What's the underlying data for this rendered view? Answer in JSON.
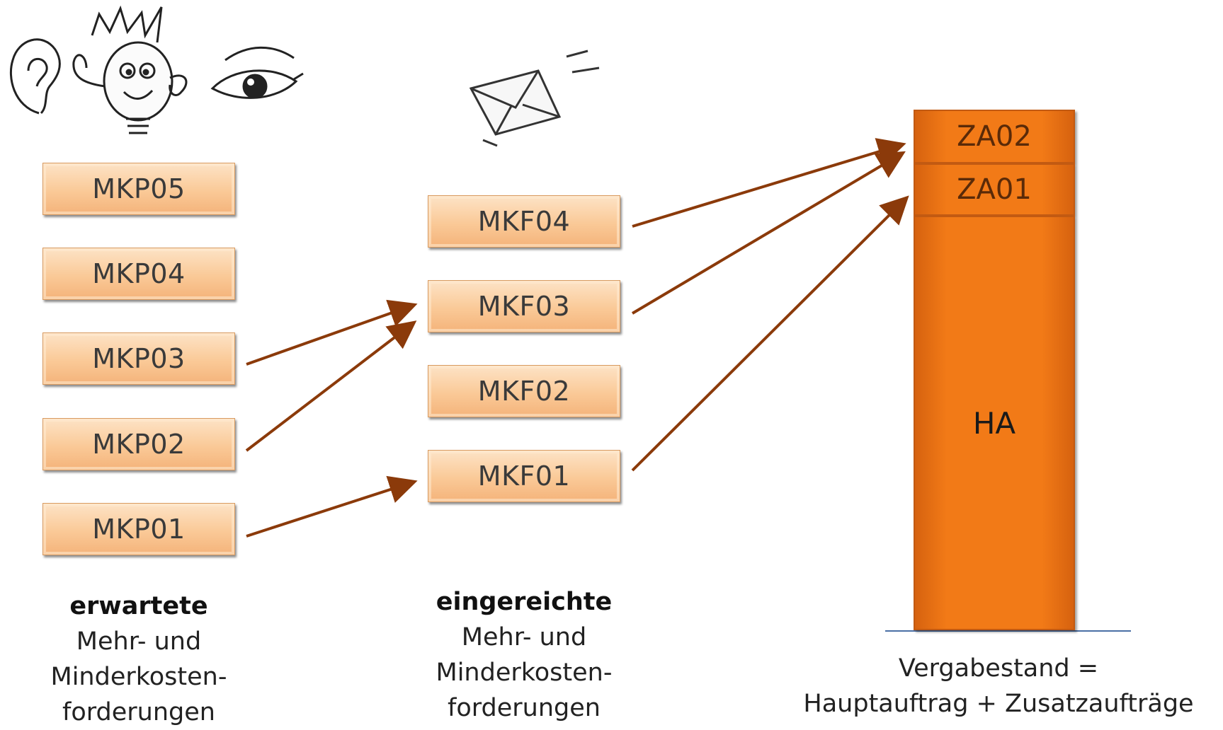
{
  "left_boxes": [
    "MKP05",
    "MKP04",
    "MKP03",
    "MKP02",
    "MKP01"
  ],
  "middle_boxes": [
    "MKF04",
    "MKF03",
    "MKF02",
    "MKF01"
  ],
  "stack": {
    "za02": "ZA02",
    "za01": "ZA01",
    "ha": "HA"
  },
  "captions": {
    "left": {
      "bold": "erwartete",
      "l1": "Mehr- und",
      "l2": "Minderkosten-",
      "l3": "forderungen"
    },
    "middle": {
      "bold": "eingereichte",
      "l1": "Mehr- und",
      "l2": "Minderkosten-",
      "l3": "forderungen"
    },
    "right": {
      "l1": "Vergabestand =",
      "l2": "Hauptauftrag + Zusatzaufträge"
    }
  },
  "icons": [
    "ear-icon",
    "lightbulb-idea-icon",
    "eye-icon",
    "envelope-icon"
  ],
  "colors": {
    "arrow": "#8b3a0a",
    "stack": "#f27a17",
    "box": "#fac997"
  }
}
